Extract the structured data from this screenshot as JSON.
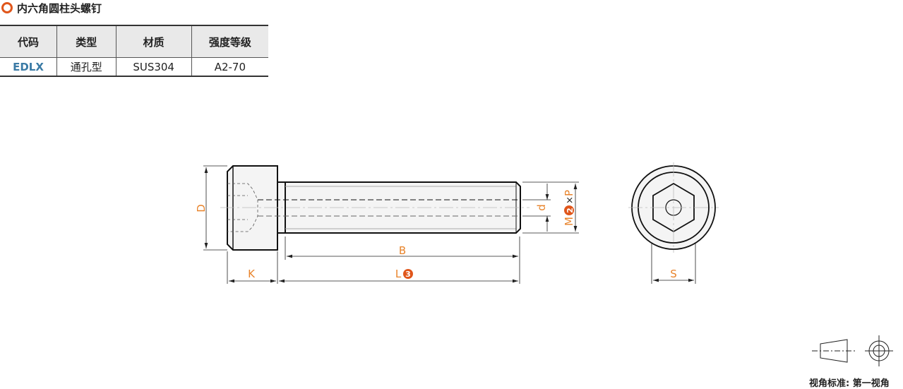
{
  "title": "内六角圆柱头螺钉",
  "table": {
    "headers": [
      "代码",
      "类型",
      "材质",
      "强度等级"
    ],
    "row": [
      "EDLX",
      "通孔型",
      "SUS304",
      "A2-70"
    ]
  },
  "dims": {
    "D": "D",
    "d": "d",
    "M": "M",
    "x": "×",
    "P": "P",
    "B": "B",
    "L": "L",
    "K": "K",
    "S": "S",
    "n2": "2",
    "n3": "3"
  },
  "projection_label": "视角标准: 第一视角",
  "colors": {
    "accent": "#e0561b",
    "dim": "#e8832a",
    "code": "#3a7aa5"
  }
}
